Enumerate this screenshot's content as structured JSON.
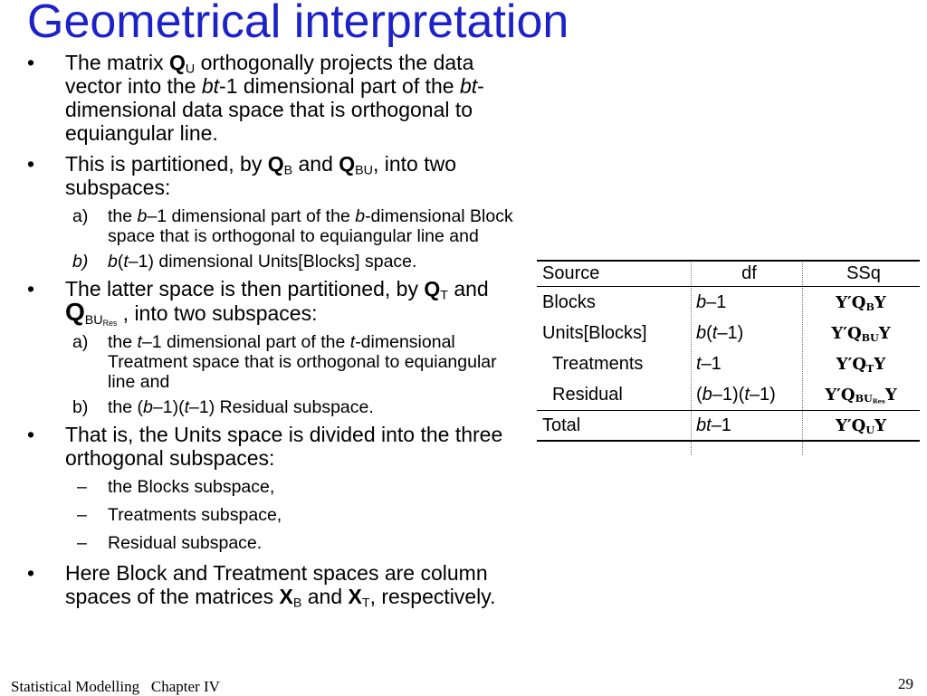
{
  "title": "Geometrical interpretation",
  "bullets": {
    "b1": {
      "marker": "•",
      "t1": "The matrix ",
      "q": "Q",
      "qs": "U",
      "t2": " orthogonally projects the data vector into the ",
      "bt": "bt",
      "t3": "-1 dimensional part of the ",
      "bt2": "bt",
      "t4": "-dimensional data space that is orthogonal to equiangular line."
    },
    "b2": {
      "marker": "•",
      "t1": "This is partitioned, by ",
      "q1": "Q",
      "q1s": "B",
      "t2": " and ",
      "q2": "Q",
      "q2s": "BU",
      "t3": ", into two subspaces:",
      "a": {
        "marker": "a)",
        "t1": "the ",
        "b": "b",
        "t2": "–1 dimensional part of the ",
        "b2": "b",
        "t3": "-dimensional Block space that is orthogonal to equiangular line and"
      },
      "b": {
        "marker": "b)",
        "b": "b",
        "t1": "(",
        "t": "t",
        "t2": "–1) dimensional Units[Blocks] space."
      }
    },
    "b3": {
      "marker": "•",
      "t1": "The latter space is then partitioned, by ",
      "q1": "Q",
      "q1s": "T",
      "t2": " and ",
      "q2": "Q",
      "q2s": "BU",
      "q2ss": "Res",
      "t3": " , into two subspaces:",
      "a": {
        "marker": "a)",
        "t1": "the ",
        "t": "t",
        "t2": "–1 dimensional part of the ",
        "t3v": "t",
        "t3": "-dimensional Treatment space that is orthogonal to equiangular line and"
      },
      "b": {
        "marker": "b)",
        "t1": "the (",
        "b": "b",
        "t2": "–1)(",
        "t": "t",
        "t3": "–1) Residual subspace."
      }
    },
    "b4": {
      "marker": "•",
      "text": "That is, the Units space is divided into the three orthogonal subspaces:",
      "items": [
        {
          "marker": "–",
          "text": "the Blocks subspace,"
        },
        {
          "marker": "–",
          "text": "Treatments subspace,"
        },
        {
          "marker": "–",
          "text": "Residual subspace."
        }
      ]
    },
    "b5": {
      "marker": "•",
      "t1": "Here Block and Treatment spaces are column spaces of the matrices ",
      "x1": "X",
      "x1s": "B",
      "t2": " and ",
      "x2": "X",
      "x2s": "T",
      "t3": ", respectively."
    }
  },
  "table": {
    "headers": [
      "Source",
      "df",
      "SSq"
    ],
    "rows": [
      {
        "source": "Blocks",
        "df": [
          "b",
          "–1"
        ],
        "ssq": [
          "Y′Q",
          "B",
          "Y"
        ]
      },
      {
        "source": "Units[Blocks]",
        "df": [
          "b",
          "(",
          "t",
          "–1)"
        ],
        "ssq": [
          "Y′Q",
          "BU",
          "Y"
        ]
      },
      {
        "source": "Treatments",
        "df": [
          "t",
          "–1"
        ],
        "ssq": [
          "Y′Q",
          "T",
          "Y"
        ]
      },
      {
        "source": "Residual",
        "df": [
          "(",
          "b",
          "–1)(",
          "t",
          "–1)"
        ],
        "ssq": [
          "Y′Q",
          "BU",
          "Res",
          "Y"
        ]
      },
      {
        "source": "Total",
        "df": [
          "bt",
          "–1"
        ],
        "ssq": [
          "Y′Q",
          "U",
          "Y"
        ]
      }
    ]
  },
  "footer": {
    "left": "Statistical Modelling   Chapter IV",
    "page": "29"
  }
}
